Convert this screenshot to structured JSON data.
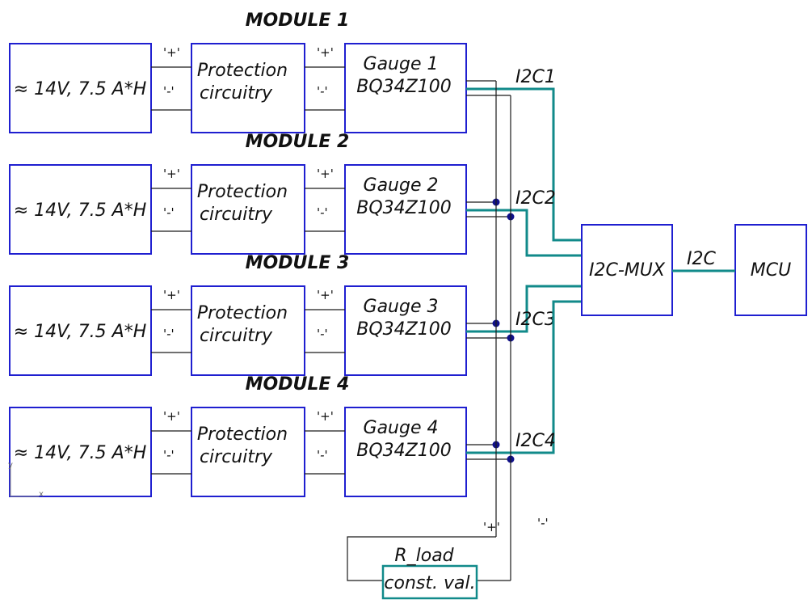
{
  "diagram": {
    "modules": [
      {
        "title": "MODULE 1",
        "battery": "≈ 14V, 7.5 A*H",
        "protection": [
          "Protection",
          "circuitry"
        ],
        "gauge": [
          "Gauge 1",
          "BQ34Z100"
        ],
        "bus": "I2C1",
        "plus": "'+'",
        "minus": "'-'"
      },
      {
        "title": "MODULE 2",
        "battery": "≈ 14V, 7.5 A*H",
        "protection": [
          "Protection",
          "circuitry"
        ],
        "gauge": [
          "Gauge 2",
          "BQ34Z100"
        ],
        "bus": "I2C2",
        "plus": "'+'",
        "minus": "'-'"
      },
      {
        "title": "MODULE 3",
        "battery": "≈ 14V, 7.5 A*H",
        "protection": [
          "Protection",
          "circuitry"
        ],
        "gauge": [
          "Gauge 3",
          "BQ34Z100"
        ],
        "bus": "I2C3",
        "plus": "'+'",
        "minus": "'-'"
      },
      {
        "title": "MODULE 4",
        "battery": "≈ 14V, 7.5 A*H",
        "protection": [
          "Protection",
          "circuitry"
        ],
        "gauge": [
          "Gauge 4",
          "BQ34Z100"
        ],
        "bus": "I2C4",
        "plus": "'+'",
        "minus": "'-'"
      }
    ],
    "mux": "I2C-MUX",
    "mcu": "MCU",
    "main_bus": "I2C",
    "load_label": "R_load",
    "load_box": "const. val.",
    "bus_plus": "'+'",
    "bus_minus": "'-'",
    "axis": {
      "y": "y",
      "x": "x"
    },
    "colors": {
      "box": "#1f1fd0",
      "bus": "#118a8a",
      "node": "#10108a"
    }
  }
}
